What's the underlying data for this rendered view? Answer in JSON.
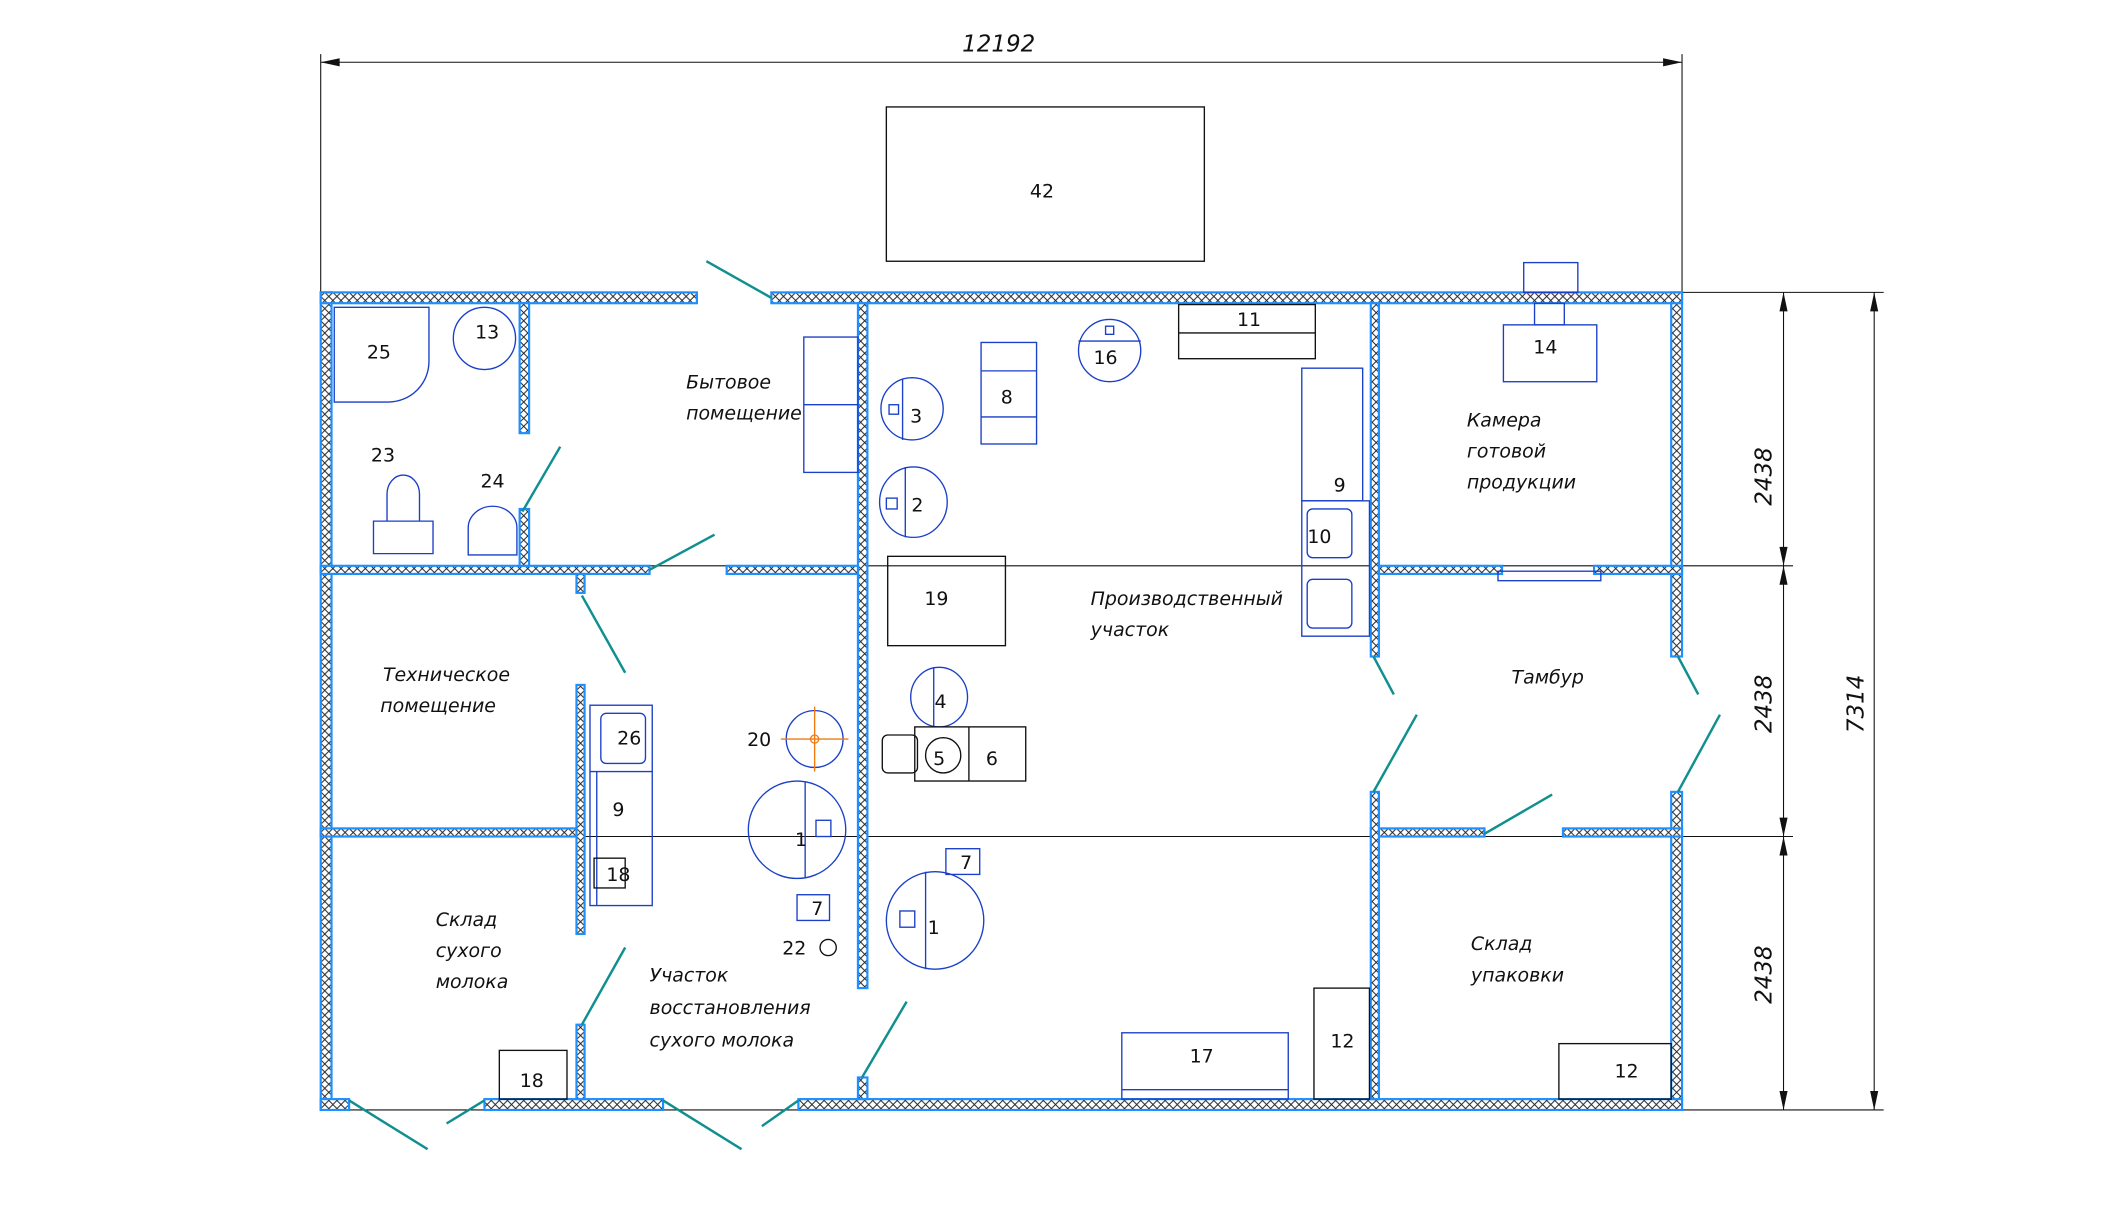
{
  "dimensions": {
    "total_width": "12192",
    "total_height": "7314",
    "row1": "2438",
    "row2": "2438",
    "row3": "2438"
  },
  "rooms": {
    "household": [
      "Бытовое",
      "помещение"
    ],
    "technical": [
      "Техническое",
      "помещение"
    ],
    "dry_milk_storage": [
      "Склад",
      "сухого",
      "молока"
    ],
    "reconstitution": [
      "Участок",
      "восстановления",
      "сухого молока"
    ],
    "production": [
      "Производственный",
      "участок"
    ],
    "finished_goods": [
      "Камера",
      "готовой",
      "продукции"
    ],
    "vestibule": [
      "Тамбур"
    ],
    "packaging_storage": [
      "Склад",
      "упаковки"
    ]
  },
  "equipment": {
    "outdoor_unit": "42",
    "shower": "25",
    "sink_wc": "13",
    "toilet": "23",
    "washbasin": "24",
    "table_11": "11",
    "tank_16": "16",
    "tank_3": "3",
    "unit_8": "8",
    "cooler_14": "14",
    "tank_2": "2",
    "shelf_9_prod": "9",
    "sink_10": "10",
    "table_19": "19",
    "unit_26": "26",
    "unit_20": "20",
    "tank_4": "4",
    "pump_5": "5",
    "unit_6": "6",
    "shelf_9_tech": "9",
    "tank_1_left": "1",
    "box_18_tech": "18",
    "pump_7_right": "7",
    "pump_7_left": "7",
    "tank_1_right": "1",
    "drain_22": "22",
    "box_18_storage": "18",
    "table_17": "17",
    "rack_12_prod": "12",
    "rack_12_pack": "12"
  }
}
